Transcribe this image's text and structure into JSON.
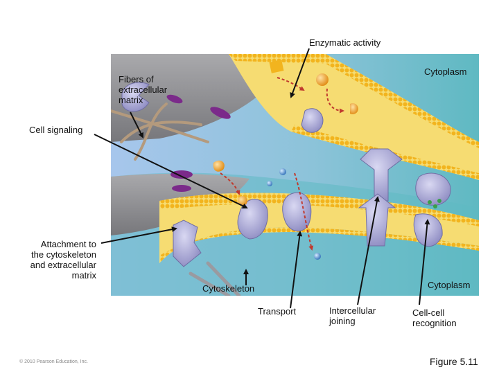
{
  "labels": {
    "enzymatic_activity": "Enzymatic activity",
    "cytoplasm_top": "Cytoplasm",
    "fibers": "Fibers of\nextracellular\nmatrix",
    "cell_signaling": "Cell signaling",
    "attachment": "Attachment to\nthe cytoskeleton\nand extracellular\nmatrix",
    "cytoskeleton": "Cytoskeleton",
    "cytoplasm_bottom": "Cytoplasm",
    "transport": "Transport",
    "intercellular_joining": "Intercellular\njoining",
    "cell_cell_recognition": "Cell-cell\nrecognition"
  },
  "footer": {
    "copyright": "© 2010 Pearson Education, Inc.",
    "figure_number": "Figure 5.11"
  },
  "colors": {
    "extracellular_blue": "#a7c6ec",
    "cytoplasm_teal": "#5fb9c2",
    "lipid_head": "#f2b41e",
    "lipid_tail": "#f6dc72",
    "cell_gray": "#8f8f92",
    "protein_lavender": "#a9a8d6",
    "arrow_red": "#c03a2e",
    "fiber_tan": "#b49a7d",
    "vesicle_purple": "#7b2a8a"
  }
}
